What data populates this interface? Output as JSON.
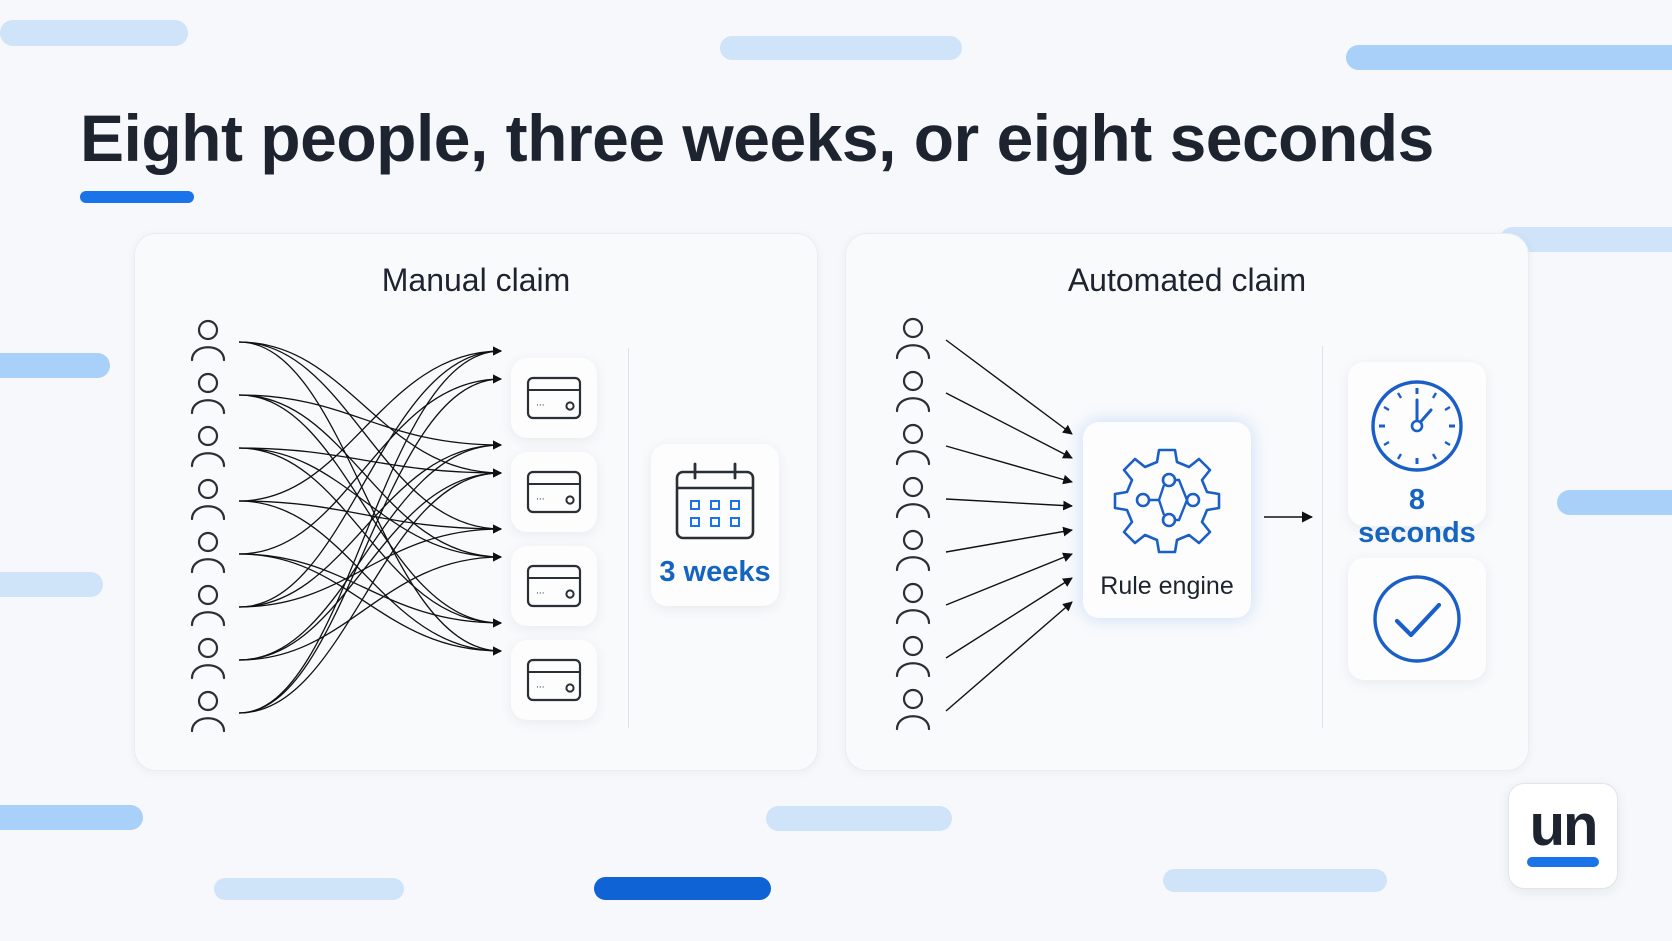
{
  "title": "Eight people, three weeks, or eight seconds",
  "manual": {
    "heading": "Manual claim",
    "duration_label": "3 weeks",
    "people_count": 8,
    "system_count": 4
  },
  "automated": {
    "heading": "Automated claim",
    "engine_label": "Rule engine",
    "duration_label": "8 seconds",
    "people_count": 8
  },
  "logo_text": "un",
  "colors": {
    "accent": "#1a73e8",
    "label_blue": "#1565c0",
    "text": "#1d2430"
  },
  "icons": {
    "person": "person-icon",
    "system": "server-window-icon",
    "calendar": "calendar-icon",
    "engine": "gear-flow-icon",
    "clock": "clock-icon",
    "check": "check-circle-icon"
  }
}
